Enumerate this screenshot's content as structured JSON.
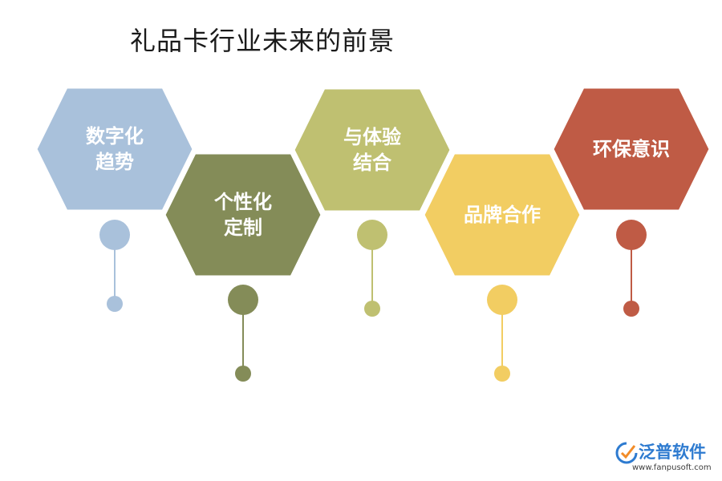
{
  "title": "礼品卡行业未来的前景",
  "items": [
    {
      "lines": [
        "数字化",
        "趋势"
      ],
      "color": "#a9c1db"
    },
    {
      "lines": [
        "个性化",
        "定制"
      ],
      "color": "#848c58"
    },
    {
      "lines": [
        "与体验",
        "结合"
      ],
      "color": "#bfc071"
    },
    {
      "lines": [
        "品牌合作"
      ],
      "color": "#f2cd62"
    },
    {
      "lines": [
        "环保意识"
      ],
      "color": "#bf5b45"
    }
  ],
  "logo": {
    "name": "泛普软件",
    "url": "www.fanpusoft.com"
  }
}
